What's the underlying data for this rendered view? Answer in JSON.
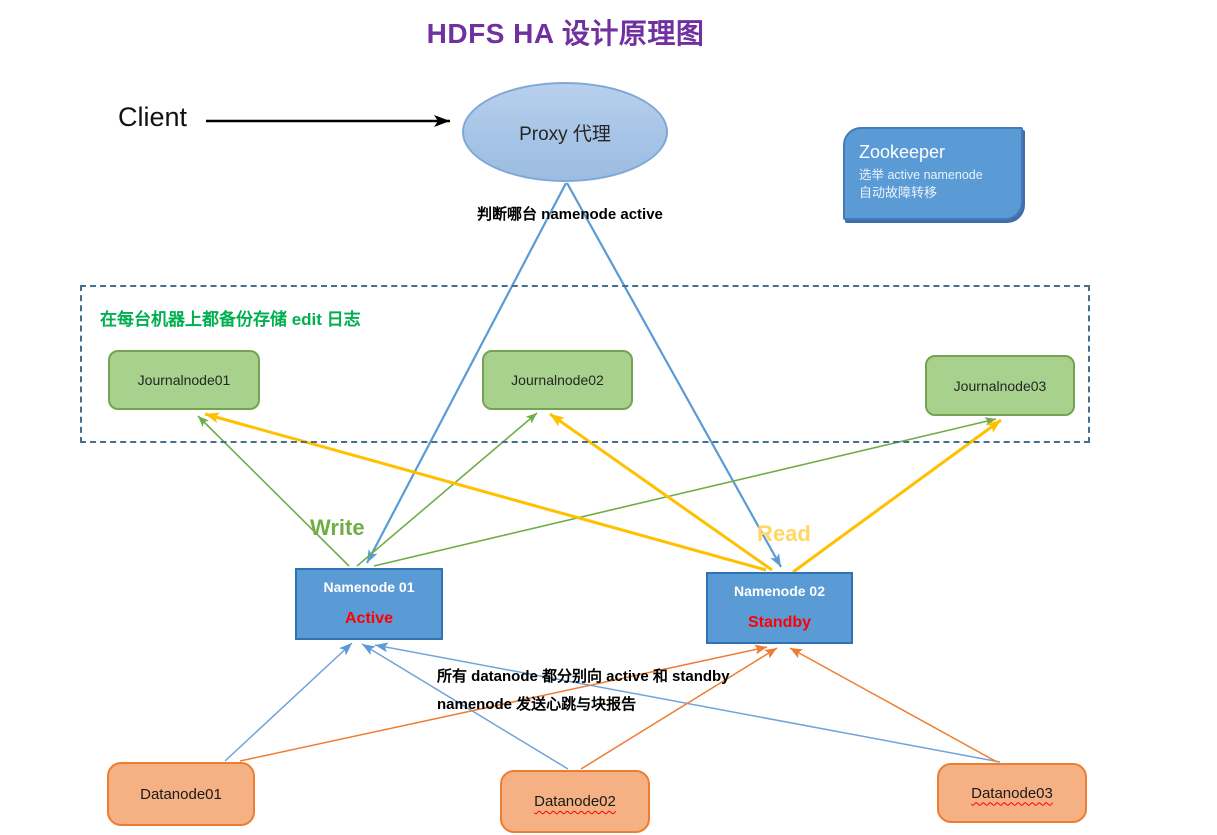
{
  "page": {
    "title": "HDFS HA 设计原理图"
  },
  "client": {
    "label": "Client"
  },
  "proxy": {
    "label": "Proxy 代理"
  },
  "zookeeper": {
    "title": "Zookeeper",
    "line1": "选举 active namenode",
    "line2": "自动故障转移"
  },
  "annotations": {
    "judge_text": "判断哪台 namenode active",
    "journal_caption": "在每台机器上都备份存储 edit 日志",
    "write_label": "Write",
    "read_label": "Read",
    "datanode_note_line1": "所有 datanode 都分别向 active 和 standby",
    "datanode_note_line2": "namenode 发送心跳与块报告"
  },
  "journalnodes": [
    {
      "label": "Journalnode01"
    },
    {
      "label": "Journalnode02"
    },
    {
      "label": "Journalnode03"
    }
  ],
  "namenodes": [
    {
      "label": "Namenode 01",
      "state": "Active"
    },
    {
      "label": "Namenode 02",
      "state": "Standby"
    }
  ],
  "datanodes": [
    {
      "label": "Datanode01",
      "spellcheck_underline": false
    },
    {
      "label": "Datanode02",
      "spellcheck_underline": true
    },
    {
      "label": "Datanode03",
      "spellcheck_underline": true
    }
  ],
  "colors": {
    "title_purple": "#7030A0",
    "green_text": "#00B050",
    "write_green": "#70AD47",
    "read_gold": "#FFD761",
    "yellow_arrow": "#FFC000",
    "orange_arrow": "#ED7D31",
    "blue_node_fill": "#5B9BD5",
    "blue_node_border": "#2E74B5",
    "blue_arrow": "#5B9BD5",
    "green_node_fill": "#A9D18E",
    "green_node_border": "#74A352",
    "orange_node_fill": "#F5B183",
    "orange_node_border": "#ED7D31",
    "state_red": "#FF0000",
    "dashed_border": "#456F8F"
  }
}
